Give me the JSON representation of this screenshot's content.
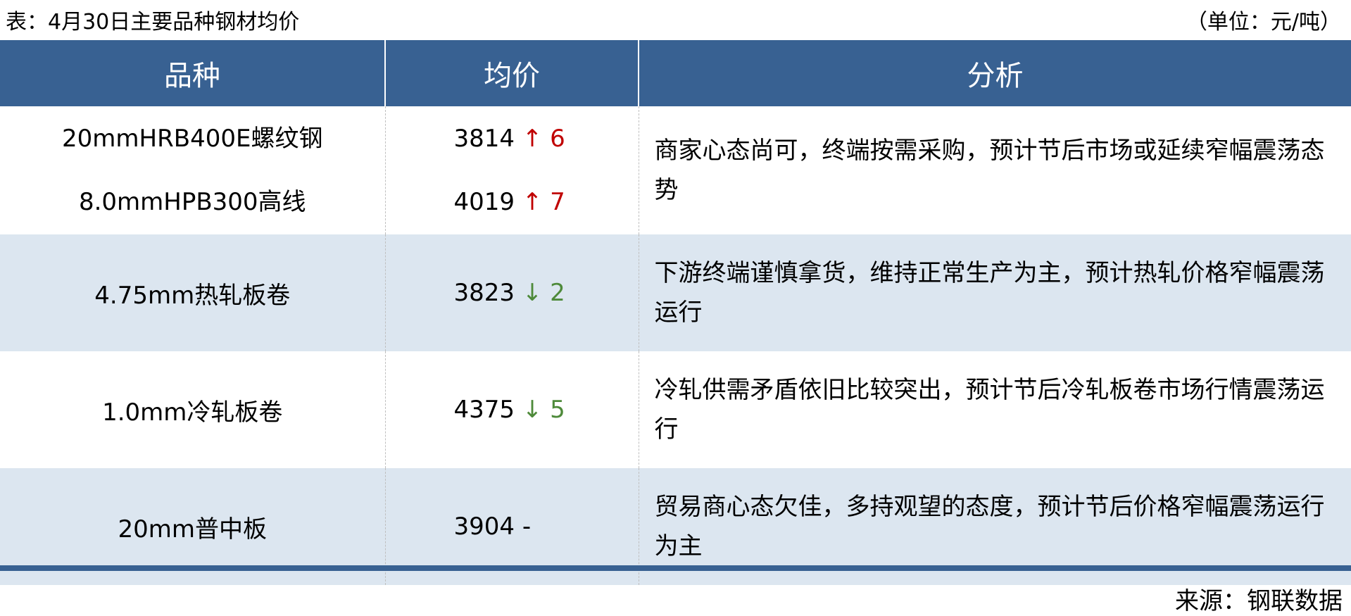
{
  "title": "表：4月30日主要品种钢材均价",
  "unit": "（单位：元/吨）",
  "headers": [
    "品种",
    "均价",
    "分析"
  ],
  "rows": [
    {
      "items": [
        {
          "name": "20mmHRB400E螺纹钢",
          "price": "3814",
          "arrow": "↑",
          "change": "6",
          "direction": "up"
        },
        {
          "name": "8.0mmHPB300高线",
          "price": "4019",
          "arrow": "↑",
          "change": "7",
          "direction": "up"
        }
      ],
      "analysis": "商家心态尚可，终端按需采购，预计节后市场或延续窄幅震荡态势"
    },
    {
      "items": [
        {
          "name": "4.75mm热轧板卷",
          "price": "3823",
          "arrow": "↓",
          "change": "2",
          "direction": "down"
        }
      ],
      "analysis": "下游终端谨慎拿货，维持正常生产为主，预计热轧价格窄幅震荡运行"
    },
    {
      "items": [
        {
          "name": "1.0mm冷轧板卷",
          "price": "4375",
          "arrow": "↓",
          "change": "5",
          "direction": "down"
        }
      ],
      "analysis": "冷轧供需矛盾依旧比较突出，预计节后冷轧板卷市场行情震荡运行"
    },
    {
      "items": [
        {
          "name": "20mm普中板",
          "price": "3904",
          "arrow": "",
          "change": "-",
          "direction": "flat"
        }
      ],
      "analysis": "贸易商心态欠佳，多持观望的态度，预计节后价格窄幅震荡运行为主"
    }
  ],
  "source": "来源：钢联数据",
  "colors": {
    "header_bg": "#386192",
    "alt_row": "#dce6f0",
    "up": "#c00000",
    "down": "#4e8a3a"
  }
}
